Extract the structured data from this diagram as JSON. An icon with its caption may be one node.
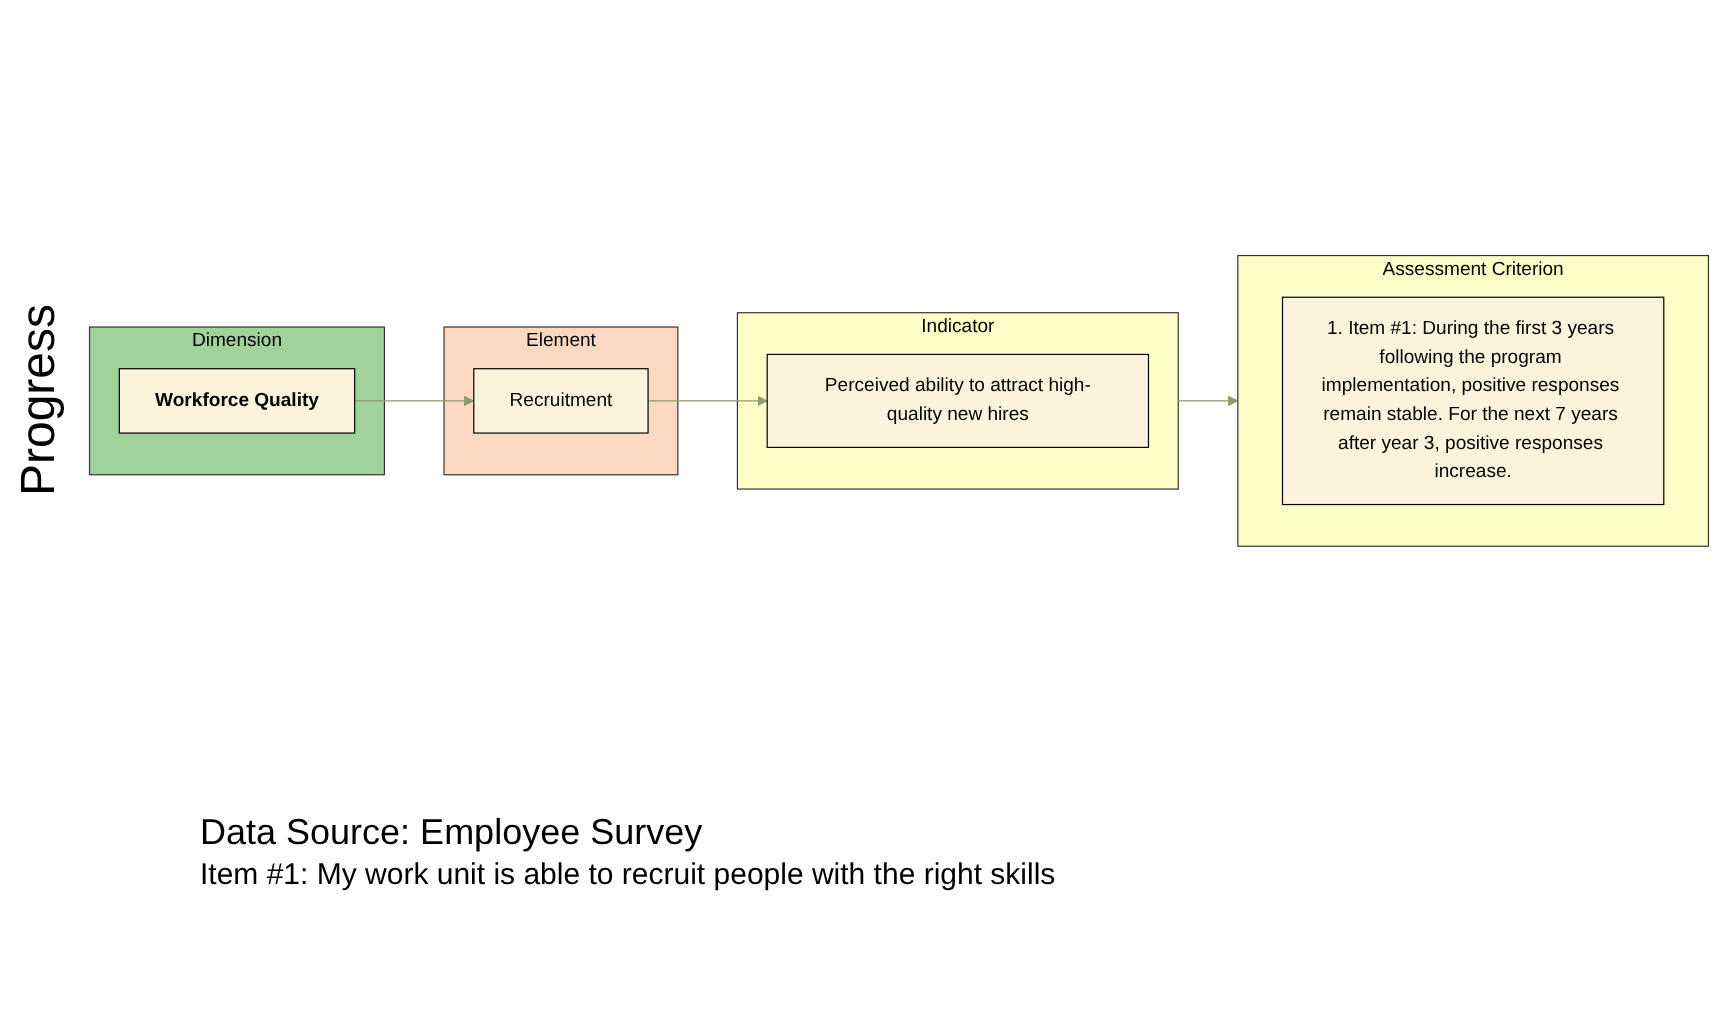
{
  "diagram": {
    "nodes": [
      {
        "text": [
          "Dimension"
        ]
      },
      {
        "text": [
          "Workforce Quality"
        ],
        "in": 0
      },
      {
        "text": [
          "Element"
        ]
      },
      {
        "text": [
          "Recruitment"
        ],
        "in": 2
      },
      {
        "text": [
          "Indicator"
        ]
      },
      {
        "text": [
          "Perceived ability to attract high-quality new hires"
        ],
        "in": 4
      },
      {
        "text": [
          "Assessment Criterion"
        ]
      },
      {
        "text": [
          "1. Item #1: During the first 3 years following the program implementation, positive responses remain stable. For the next 7 years after year 3, positive responses increase."
        ],
        "in": 6
      }
    ],
    "edges": [
      {
        "from": 1,
        "to": 3,
        "arrow": "to"
      },
      {
        "from": 3,
        "to": 5,
        "arrow": "to"
      },
      {
        "from": 4,
        "to": 6,
        "arrow": "to"
      }
    ],
    "labels": [
      "Progress",
      "Data Source: Employee Survey",
      "Item #1: My work unit is able to recruit people with the right skills"
    ]
  }
}
